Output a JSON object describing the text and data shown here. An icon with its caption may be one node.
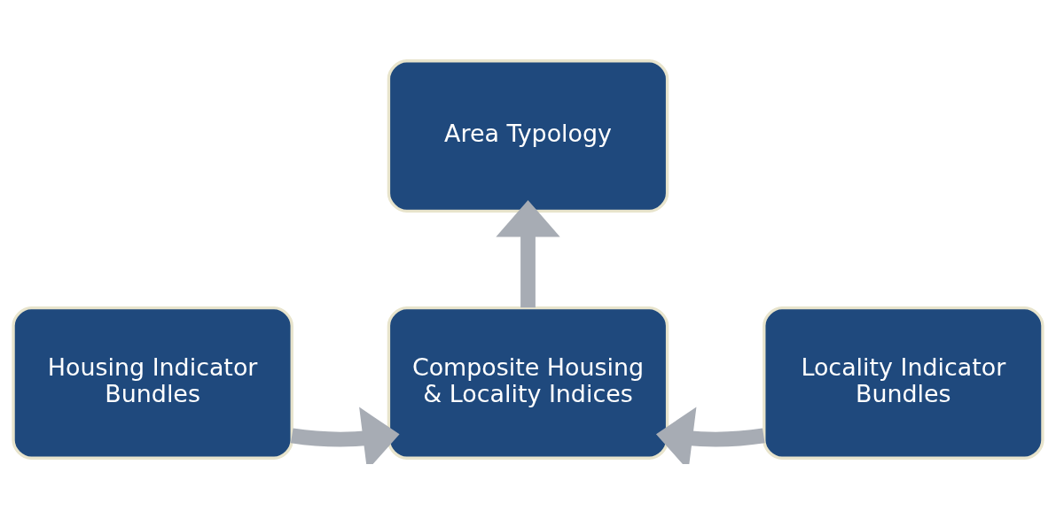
{
  "diagram": {
    "nodes": [
      {
        "text": [
          "Area Typology"
        ]
      },
      {
        "text": [
          "Housing Indicator Bundles"
        ]
      },
      {
        "text": [
          "Composite Housing & Locality Indices"
        ]
      },
      {
        "text": [
          "Locality Indicator Bundles"
        ]
      }
    ],
    "edges": [
      {
        "from": 1,
        "to": 2,
        "arrow": "to"
      },
      {
        "from": 3,
        "to": 2,
        "arrow": "to"
      },
      {
        "from": 2,
        "to": 0,
        "arrow": "to"
      }
    ]
  }
}
